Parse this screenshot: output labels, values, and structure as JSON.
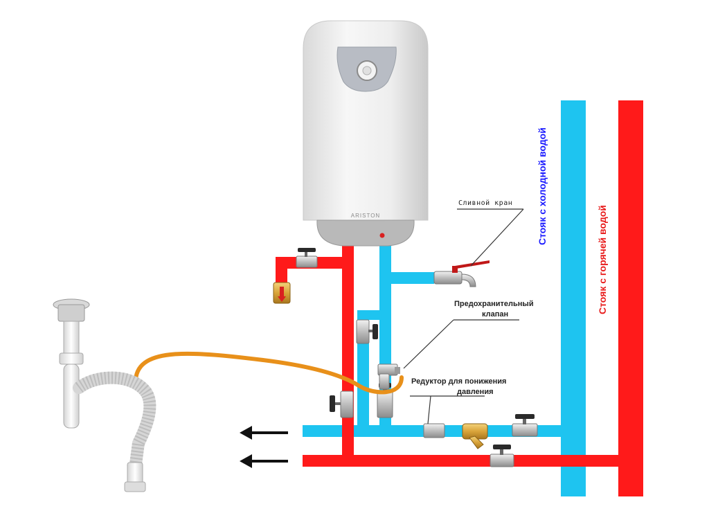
{
  "colors": {
    "hot_pipe": "#ff1a1a",
    "cold_pipe": "#1ec4f0",
    "drain_hose": "#e8901a",
    "cold_label": "#1a1aff",
    "hot_label": "#e81a1a",
    "heater_body": "#eeeeee"
  },
  "heater": {
    "brand": "ARISTON"
  },
  "labels": {
    "drain_valve": "Сливной кран",
    "safety_valve_line1": "Предохранительный",
    "safety_valve_line2": "клапан",
    "reducer_line1": "Редуктор для понижения",
    "reducer_line2": "давления",
    "cold_riser": "Стояк с холодной водой",
    "hot_riser": "Стояк с горячей водой"
  },
  "icons": [
    "arrow-left-icon",
    "arrow-left-icon",
    "ball-valve-icon",
    "filter-icon",
    "siphon-icon"
  ]
}
